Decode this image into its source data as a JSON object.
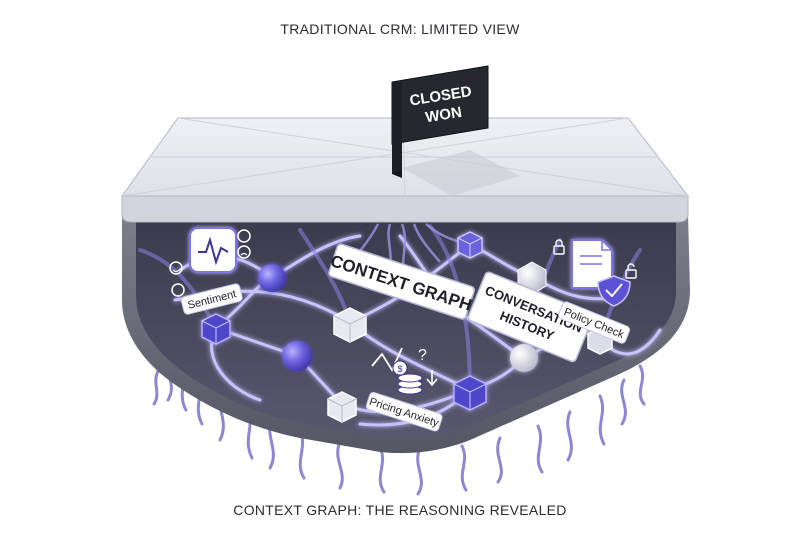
{
  "captions": {
    "top": "TRADITIONAL CRM: LIMITED VIEW",
    "bottom": "CONTEXT GRAPH: THE REASONING REVEALED"
  },
  "flag": {
    "line1": "CLOSED",
    "line2": "WON"
  },
  "labels": {
    "context_graph": "CONTEXT GRAPH",
    "conversation_line1": "CONVERSATION",
    "conversation_line2": "HISTORY",
    "sentiment": "Sentiment",
    "policy_check": "Policy Check",
    "pricing_anxiety": "Pricing Anxiety"
  },
  "colors": {
    "accent": "#5b52d6",
    "glow": "#a9a2ff",
    "lid": "#e8e9ef",
    "cavity": "#4a4a5c",
    "shell": "#6c6d7b"
  },
  "icons": [
    "sentiment-chart-icon",
    "smile-face-icon",
    "frown-face-icon",
    "document-check-icon",
    "lock-icon",
    "unlock-icon",
    "shield-check-icon",
    "coin-stack-icon",
    "trend-line-icon",
    "question-mark-icon",
    "down-arrow-icon"
  ]
}
